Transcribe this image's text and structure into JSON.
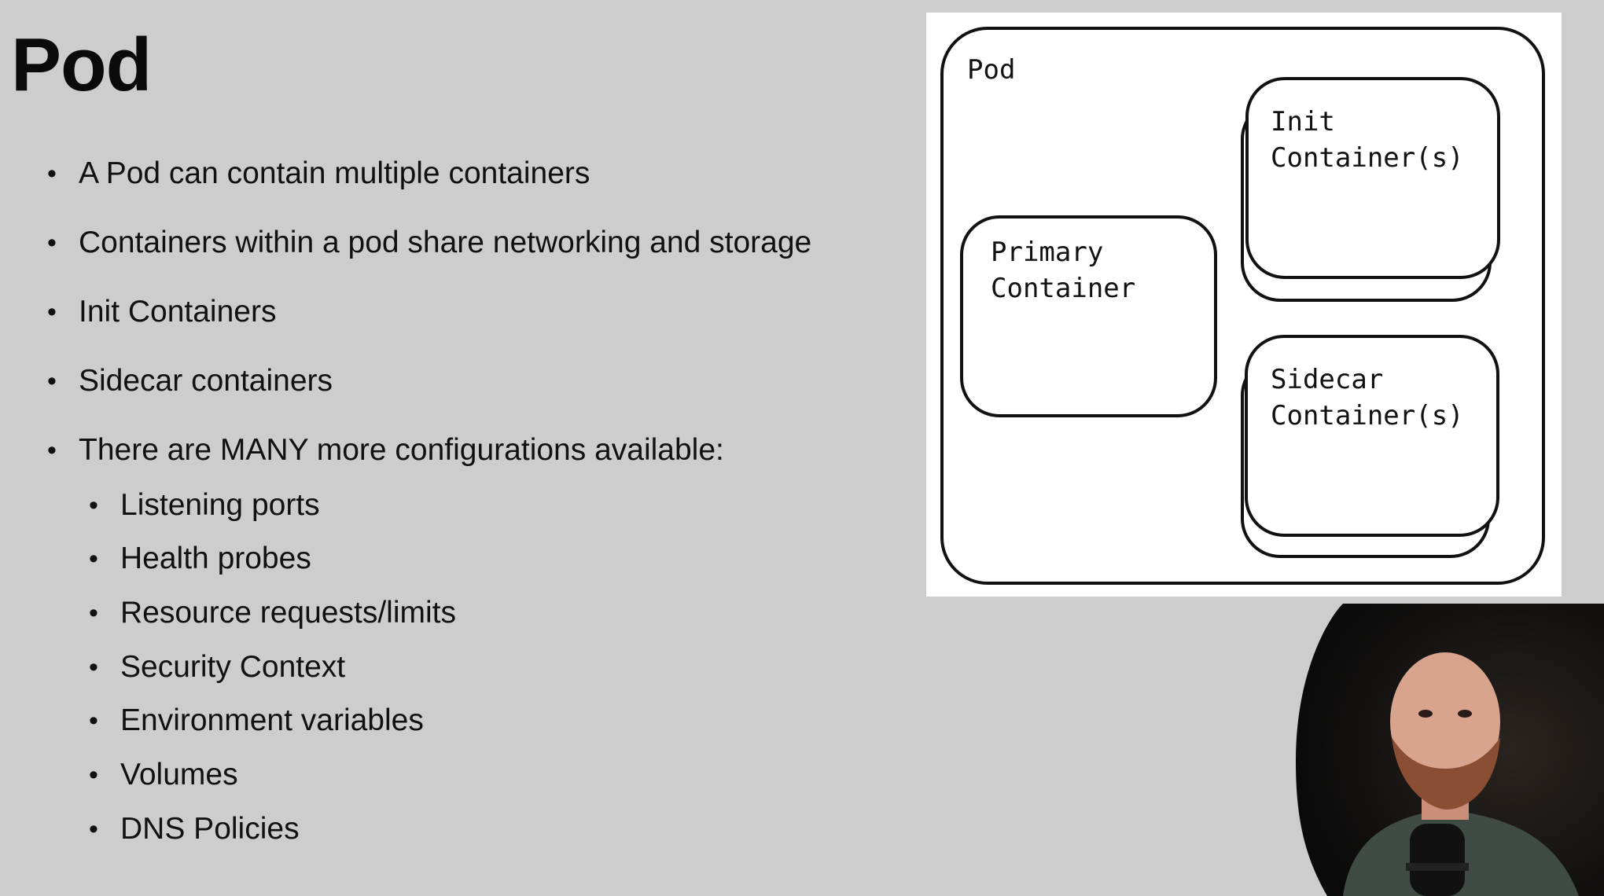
{
  "slide": {
    "title": "Pod",
    "bullets": [
      "A Pod can contain multiple containers",
      "Containers within a pod share networking and storage",
      "Init Containers",
      "Sidecar containers",
      "There are MANY more configurations available:"
    ],
    "sub_bullets": [
      "Listening ports",
      "Health probes",
      "Resource requests/limits",
      "Security Context",
      "Environment variables",
      "Volumes",
      "DNS Policies"
    ],
    "bullet_glyph": "•"
  },
  "diagram": {
    "pod_label": "Pod",
    "primary_line1": "Primary",
    "primary_line2": "Container",
    "init_line1": "Init",
    "init_line2": "Container(s)",
    "sidecar_line1": "Sidecar",
    "sidecar_line2": "Container(s)"
  },
  "colors": {
    "background": "#cdcdcd",
    "diagram_background": "#ffffff",
    "ink": "#111111"
  },
  "webcam": {
    "icon": "presenter-webcam"
  }
}
